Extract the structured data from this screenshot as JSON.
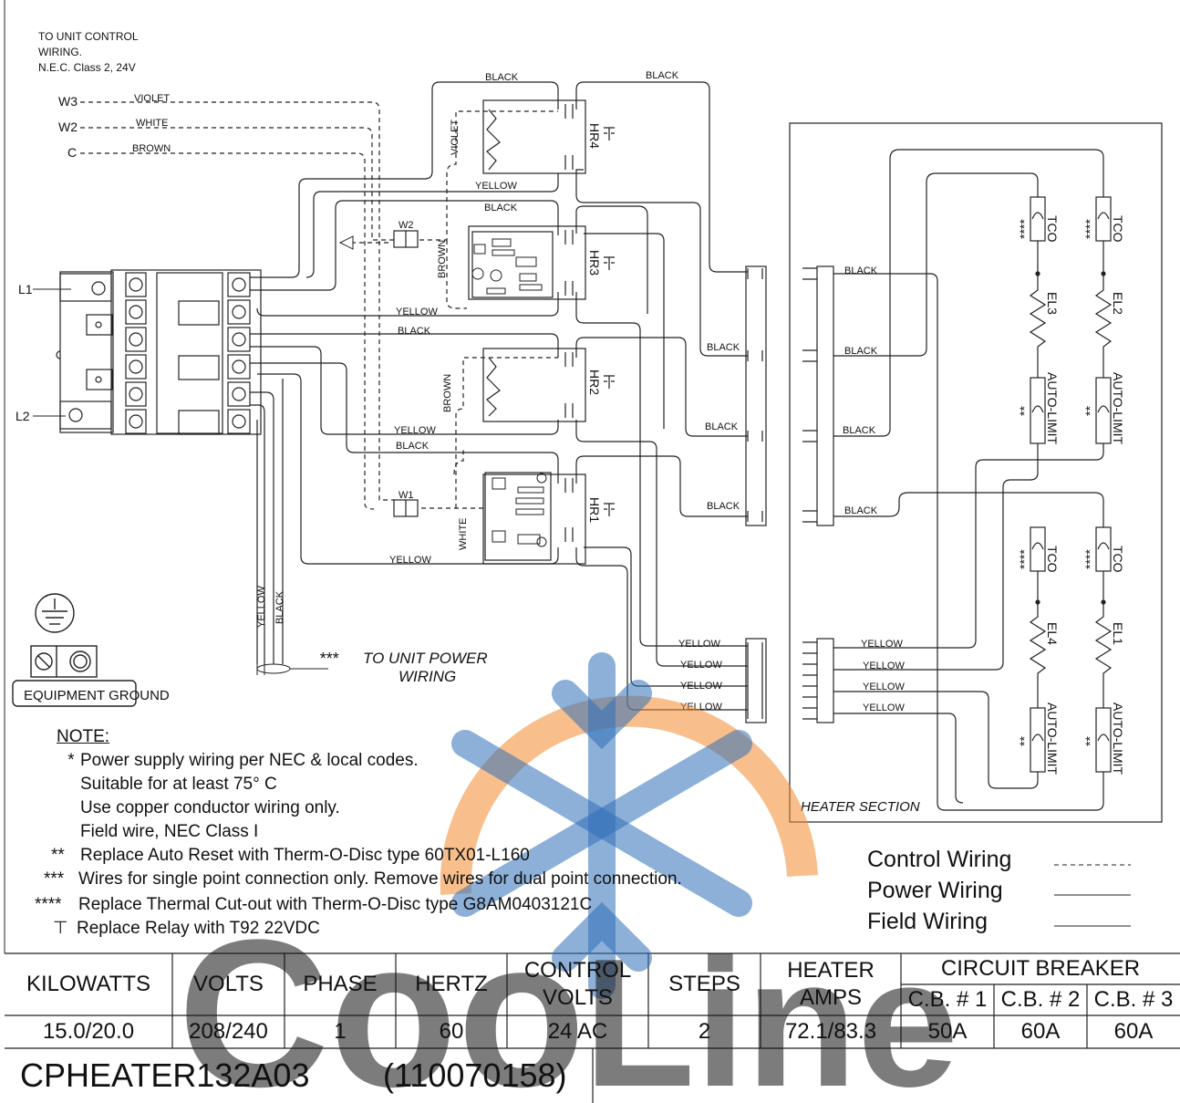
{
  "header": {
    "line1": "TO UNIT CONTROL",
    "line2": "WIRING.",
    "line3": "N.E.C. Class 2, 24V"
  },
  "control_terminals": [
    {
      "name": "W3",
      "wire": "VIOLET"
    },
    {
      "name": "W2",
      "wire": "WHITE"
    },
    {
      "name": "C",
      "wire": "BROWN"
    }
  ],
  "lines": {
    "l1": "L1",
    "l2": "L2"
  },
  "wire_labels": {
    "black": "BLACK",
    "yellow": "YELLOW",
    "violet": "VIOLET",
    "brown": "BROWN",
    "white": "WHITE"
  },
  "relays": [
    "HR4",
    "HR3",
    "HR2",
    "HR1"
  ],
  "connectors": {
    "w1": "W1",
    "w2": "W2"
  },
  "field_wiring": {
    "stars": "***",
    "line1": "TO UNIT POWER",
    "line2": "WIRING"
  },
  "ground": {
    "label": "EQUIPMENT GROUND"
  },
  "heater_section": {
    "title": "HEATER SECTION",
    "tco": "TCO",
    "auto_limit": "AUTO-LIMIT",
    "stars4": "****",
    "stars2": "**",
    "elements": [
      "EL3",
      "EL2",
      "EL4",
      "EL1"
    ]
  },
  "notes": {
    "title": "NOTE:",
    "items": [
      {
        "mark": "*",
        "text": "Power supply wiring per NEC & local codes."
      },
      {
        "mark": "",
        "text": "Suitable for at least 75° C"
      },
      {
        "mark": "",
        "text": "Use copper conductor wiring only."
      },
      {
        "mark": "",
        "text": "Field wire, NEC Class I"
      },
      {
        "mark": "**",
        "text": "Replace Auto Reset with Therm-O-Disc type 60TX01-L160"
      },
      {
        "mark": "***",
        "text": "Wires for single point connection only. Remove wires for dual point connection."
      },
      {
        "mark": "****",
        "text": "Replace Thermal Cut-out with Therm-O-Disc type G8AM0403121C"
      },
      {
        "mark": "⊤",
        "text": "Replace Relay with T92 22VDC"
      }
    ]
  },
  "legend": {
    "control": "Control Wiring",
    "power": "Power Wiring",
    "field": "Field Wiring"
  },
  "specs": {
    "headers": {
      "kw": "KILOWATTS",
      "volts": "VOLTS",
      "phase": "PHASE",
      "hertz": "HERTZ",
      "control_volts": "CONTROL VOLTS",
      "steps": "STEPS",
      "heater_amps": "HEATER AMPS",
      "cb": "CIRCUIT BREAKER",
      "cb1": "C.B. # 1",
      "cb2": "C.B. # 2",
      "cb3": "C.B. # 3"
    },
    "values": {
      "kw": "15.0/20.0",
      "volts": "208/240",
      "phase": "1",
      "hertz": "60",
      "control_volts": "24 AC",
      "steps": "2",
      "heater_amps": "72.1/83.3",
      "cb1": "50A",
      "cb2": "60A",
      "cb3": "60A"
    }
  },
  "model": {
    "name": "CPHEATER132A03",
    "number": "(110070158)"
  },
  "watermark": {
    "text_coo": "Coo",
    "text_line": "Line",
    "colors": {
      "blue": "#2f6fb8",
      "orange": "#f28a2e",
      "yellow": "#f4c23a"
    }
  }
}
